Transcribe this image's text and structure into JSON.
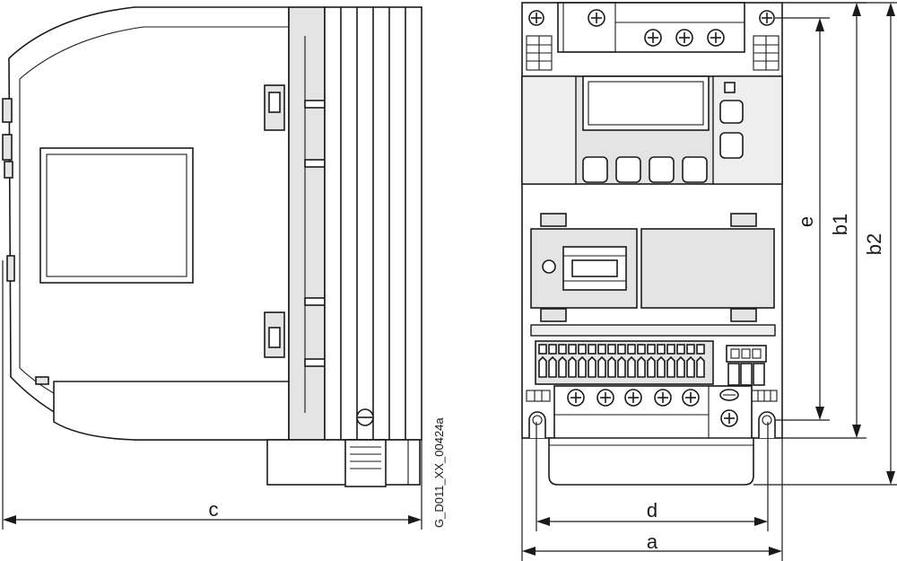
{
  "drawing_code": "G_D011_XX_00424a",
  "dimensions": {
    "c": "c",
    "d": "d",
    "a": "a",
    "e": "e",
    "b1": "b1",
    "b2": "b2"
  },
  "colors": {
    "line": "#1a1a1a",
    "panel_fill": "#e4e4e4",
    "background": "#ffffff"
  }
}
